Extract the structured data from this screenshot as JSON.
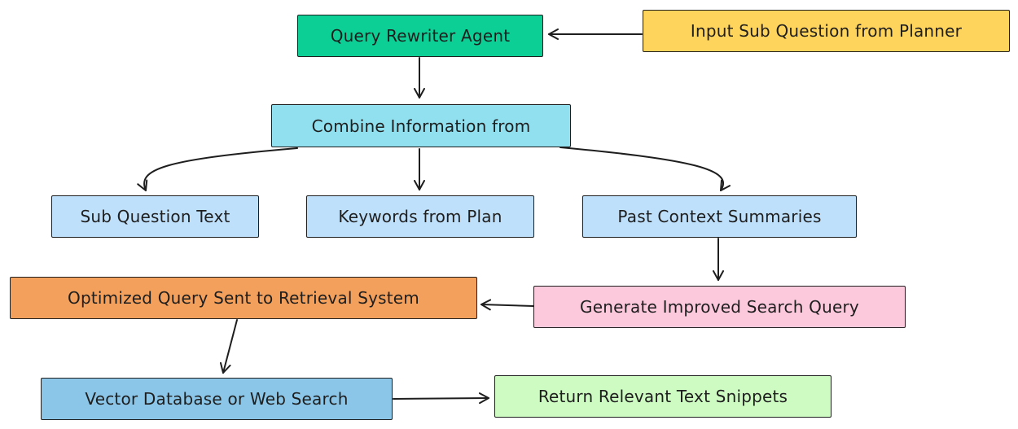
{
  "colors": {
    "green": "#0ccf95",
    "yellow": "#ffd45c",
    "cyan": "#90e0ef",
    "light_blue": "#bfe0fb",
    "orange": "#f2a05c",
    "pink": "#fcc8dc",
    "blue": "#8bc6e8",
    "light_green": "#cdfbc2",
    "stroke": "#1e1e1e"
  },
  "nodes": {
    "rewriter": {
      "label": "Query Rewriter Agent"
    },
    "input": {
      "label": "Input Sub Question from Planner"
    },
    "combine": {
      "label": "Combine Information from"
    },
    "subq": {
      "label": "Sub Question Text"
    },
    "keywords": {
      "label": "Keywords from Plan"
    },
    "past": {
      "label": "Past Context Summaries"
    },
    "optimized": {
      "label": "Optimized Query Sent to Retrieval System"
    },
    "generate": {
      "label": "Generate Improved Search Query"
    },
    "vector": {
      "label": "Vector Database or Web Search"
    },
    "return": {
      "label": "Return Relevant Text Snippets"
    }
  },
  "edges": [
    {
      "from": "input",
      "to": "rewriter"
    },
    {
      "from": "rewriter",
      "to": "combine"
    },
    {
      "from": "combine",
      "to": "subq"
    },
    {
      "from": "combine",
      "to": "keywords"
    },
    {
      "from": "combine",
      "to": "past"
    },
    {
      "from": "past",
      "to": "generate"
    },
    {
      "from": "generate",
      "to": "optimized"
    },
    {
      "from": "optimized",
      "to": "vector"
    },
    {
      "from": "vector",
      "to": "return"
    }
  ]
}
